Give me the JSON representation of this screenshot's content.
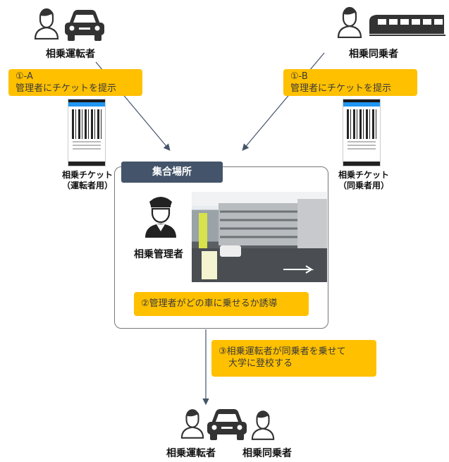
{
  "driver": {
    "label": "相乗運転者"
  },
  "passenger": {
    "label": "相乗同乗者"
  },
  "step_1a": {
    "line1": "①-A",
    "line2": "管理者にチケットを提示"
  },
  "step_1b": {
    "line1": "①-B",
    "line2": "管理者にチケットを提示"
  },
  "ticket_driver": {
    "line1": "相乗チケット",
    "line2": "（運転者用）"
  },
  "ticket_passenger": {
    "line1": "相乗チケット",
    "line2": "（同乗者用）"
  },
  "meeting_place": {
    "title": "集合場所",
    "manager_label": "相乗管理者"
  },
  "step_2": {
    "text": "②管理者がどの車に乗せるか誘導"
  },
  "step_3": {
    "line1": "③相乗運転者が同乗者を乗せて",
    "line2": "大学に登校する"
  },
  "result": {
    "driver_label": "相乗運転者",
    "passenger_label": "相乗同乗者"
  },
  "colors": {
    "step_box": "#ffc000",
    "title_tab": "#44546a",
    "arrow": "#44546a"
  }
}
